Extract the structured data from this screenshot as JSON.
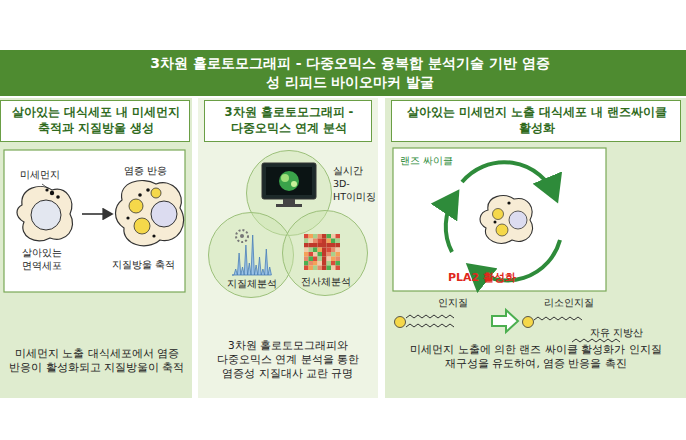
{
  "diagram": {
    "title": "3차원 홀로토모그래피 - 다중오믹스 융복합 분석기술 기반 염증성 리피드 바이오마커 발굴",
    "nodes": [
      {
        "text": [
          "미세먼지 노출 대식세포에서 염증 반응이 활성화되고 지질방울이 축적"
        ]
      },
      {
        "text": [
          "살아있는 대식세포 내 미세먼지 축적과 지질방울 생성"
        ],
        "in": 0
      },
      {
        "text": [
          "3차원 홀로토모그래피와 다중오믹스 연계 분석을 통한 염증성 지질대사 교란 규명"
        ]
      },
      {
        "text": [
          "3차원 홀로토모그래피 -다중오믹스 연계 분석"
        ],
        "in": 2
      },
      {
        "text": [
          "실시간 3D-HT이미징"
        ],
        "in": 2
      },
      {
        "text": [
          "지질체분석"
        ],
        "in": 2
      },
      {
        "text": [
          "전사체분석"
        ],
        "in": 2
      },
      {
        "text": [
          "미세먼지 노출에 의한 랜즈 싸이클 활성화가 인지질 재구성을 유도하여, 염증 반응을 촉진"
        ]
      },
      {
        "text": [
          "살아있는 미세먼지 노출 대식세포 내 랜즈싸이클 활성화"
        ],
        "in": 7
      }
    ],
    "labels": [
      "미세먼지",
      "염증 반응",
      "살아있는 면역세포",
      "지질방울 축적",
      "랜즈 싸이클",
      "PLA2 활성화",
      "인지질",
      "리소인지질",
      "자유 지방산"
    ]
  }
}
